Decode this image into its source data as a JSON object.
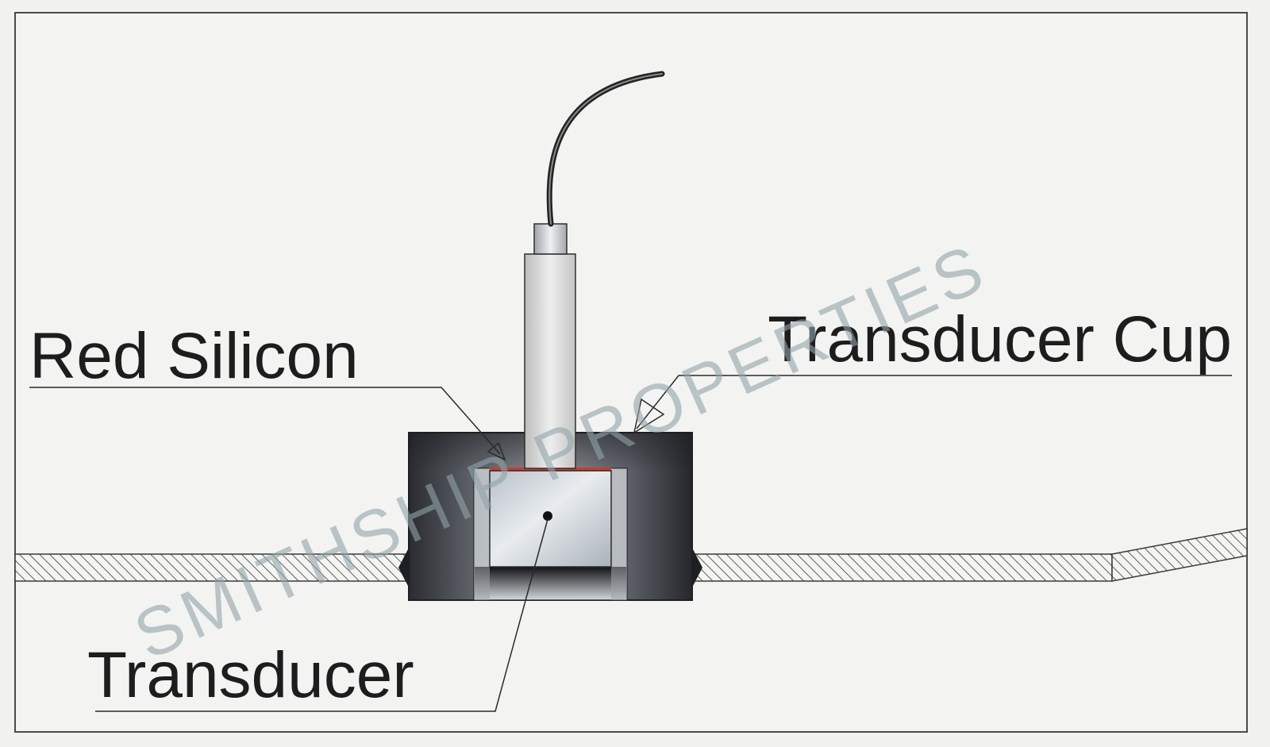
{
  "labels": {
    "red_silicon": "Red Silicon",
    "transducer_cup": "Transducer Cup",
    "transducer": "Transducer"
  },
  "watermark": "SMITHSHIP PROPERTIES",
  "colors": {
    "background": "#f1f1ef",
    "frame": "#4a4a4a",
    "silicon": "#d23a2a",
    "watermark": "#8fa3a8",
    "text": "#1d1d1d"
  }
}
